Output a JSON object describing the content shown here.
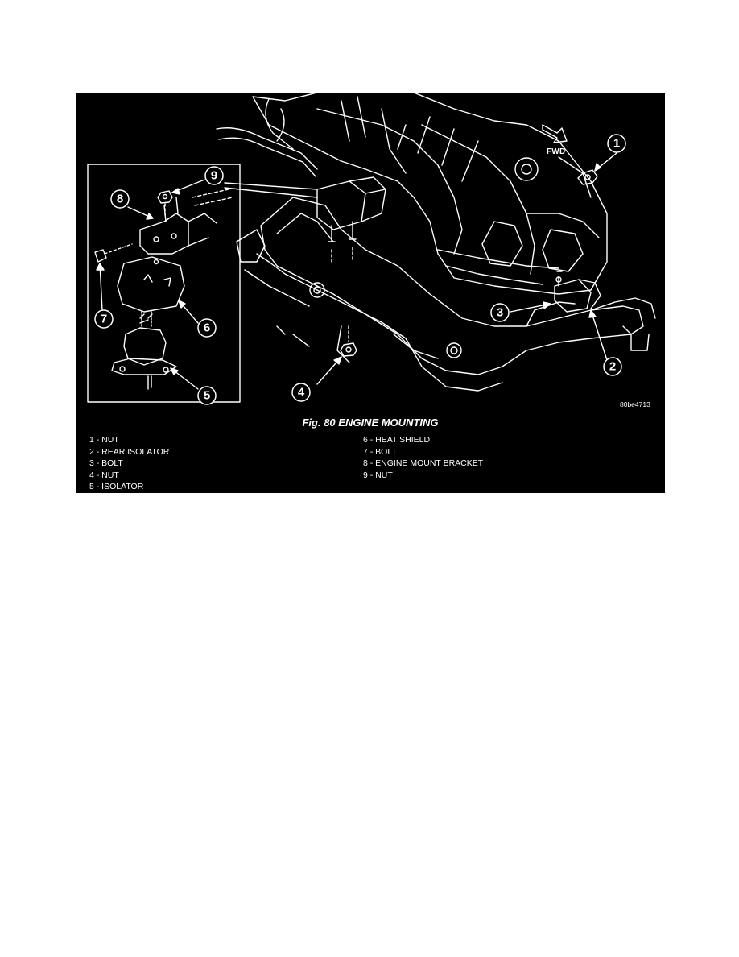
{
  "figure": {
    "caption": "Fig. 80 ENGINE MOUNTING",
    "art_code": "80be4713",
    "direction_label": "FWD",
    "callouts": [
      "1",
      "2",
      "3",
      "4",
      "5",
      "6",
      "7",
      "8",
      "9"
    ],
    "legend": [
      "1 - NUT",
      "2 - REAR ISOLATOR",
      "3 - BOLT",
      "4 - NUT",
      "5 - ISOLATOR",
      "6 - HEAT SHIELD",
      "7 - BOLT",
      "8 - ENGINE MOUNT BRACKET",
      "9 - NUT"
    ]
  },
  "colors": {
    "background": "#000000",
    "linework": "#ffffff",
    "page": "#ffffff"
  }
}
